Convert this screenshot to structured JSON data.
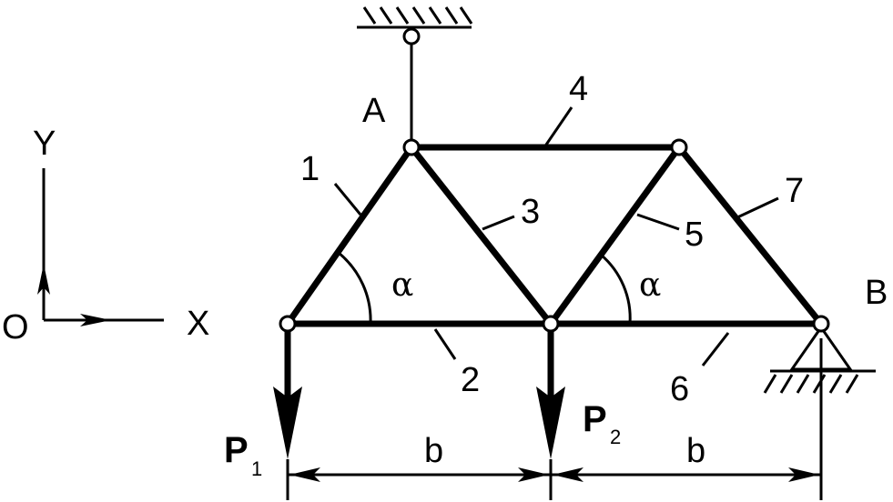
{
  "diagram": {
    "axes": {
      "y_label": "Y",
      "x_label": "X",
      "origin_label": "O"
    },
    "nodes": {
      "a_label": "A",
      "b_label": "B"
    },
    "members": [
      "1",
      "2",
      "3",
      "4",
      "5",
      "6",
      "7"
    ],
    "angles": [
      "α",
      "α"
    ],
    "loads": [
      {
        "label": "P",
        "subscript": "1"
      },
      {
        "label": "P",
        "subscript": "2"
      }
    ],
    "dimensions": [
      "b",
      "b"
    ]
  }
}
